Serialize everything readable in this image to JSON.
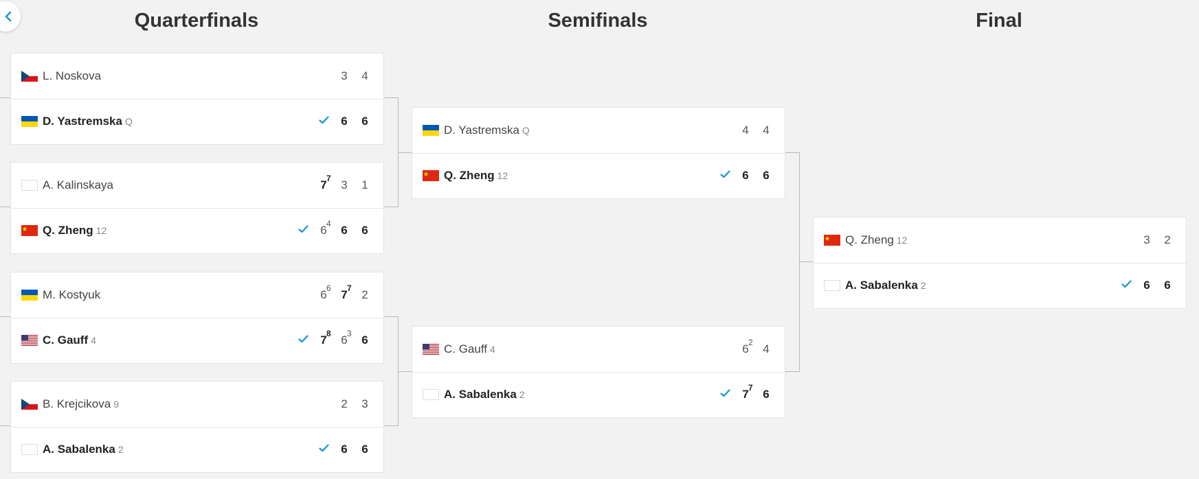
{
  "navigation": {
    "back_icon": "chevron-left-icon"
  },
  "rounds": {
    "quarterfinals": "Quarterfinals",
    "semifinals": "Semifinals",
    "final": "Final"
  },
  "colors": {
    "accent": "#1296d6",
    "background": "#f2f2f2",
    "card": "#ffffff",
    "connector": "#b8b8b8"
  },
  "qf": [
    {
      "p1": {
        "name": "L. Noskova",
        "flag": "cz",
        "seed": "",
        "winner": false,
        "sets": [
          {
            "v": "3",
            "tb": "",
            "w": false
          },
          {
            "v": "4",
            "tb": "",
            "w": false
          }
        ]
      },
      "p2": {
        "name": "D. Yastremska",
        "flag": "ua",
        "seed": "Q",
        "winner": true,
        "sets": [
          {
            "v": "6",
            "tb": "",
            "w": true
          },
          {
            "v": "6",
            "tb": "",
            "w": true
          }
        ]
      }
    },
    {
      "p1": {
        "name": "A. Kalinskaya",
        "flag": "blank",
        "seed": "",
        "winner": false,
        "sets": [
          {
            "v": "7",
            "tb": "7",
            "w": true
          },
          {
            "v": "3",
            "tb": "",
            "w": false
          },
          {
            "v": "1",
            "tb": "",
            "w": false
          }
        ]
      },
      "p2": {
        "name": "Q. Zheng",
        "flag": "cn",
        "seed": "12",
        "winner": true,
        "sets": [
          {
            "v": "6",
            "tb": "4",
            "w": false
          },
          {
            "v": "6",
            "tb": "",
            "w": true
          },
          {
            "v": "6",
            "tb": "",
            "w": true
          }
        ]
      }
    },
    {
      "p1": {
        "name": "M. Kostyuk",
        "flag": "ua",
        "seed": "",
        "winner": false,
        "sets": [
          {
            "v": "6",
            "tb": "6",
            "w": false
          },
          {
            "v": "7",
            "tb": "7",
            "w": true
          },
          {
            "v": "2",
            "tb": "",
            "w": false
          }
        ]
      },
      "p2": {
        "name": "C. Gauff",
        "flag": "us",
        "seed": "4",
        "winner": true,
        "sets": [
          {
            "v": "7",
            "tb": "8",
            "w": true
          },
          {
            "v": "6",
            "tb": "3",
            "w": false
          },
          {
            "v": "6",
            "tb": "",
            "w": true
          }
        ]
      }
    },
    {
      "p1": {
        "name": "B. Krejcikova",
        "flag": "cz",
        "seed": "9",
        "winner": false,
        "sets": [
          {
            "v": "2",
            "tb": "",
            "w": false
          },
          {
            "v": "3",
            "tb": "",
            "w": false
          }
        ]
      },
      "p2": {
        "name": "A. Sabalenka",
        "flag": "blank",
        "seed": "2",
        "winner": true,
        "sets": [
          {
            "v": "6",
            "tb": "",
            "w": true
          },
          {
            "v": "6",
            "tb": "",
            "w": true
          }
        ]
      }
    }
  ],
  "sf": [
    {
      "p1": {
        "name": "D. Yastremska",
        "flag": "ua",
        "seed": "Q",
        "winner": false,
        "sets": [
          {
            "v": "4",
            "tb": "",
            "w": false
          },
          {
            "v": "4",
            "tb": "",
            "w": false
          }
        ]
      },
      "p2": {
        "name": "Q. Zheng",
        "flag": "cn",
        "seed": "12",
        "winner": true,
        "sets": [
          {
            "v": "6",
            "tb": "",
            "w": true
          },
          {
            "v": "6",
            "tb": "",
            "w": true
          }
        ]
      }
    },
    {
      "p1": {
        "name": "C. Gauff",
        "flag": "us",
        "seed": "4",
        "winner": false,
        "sets": [
          {
            "v": "6",
            "tb": "2",
            "w": false
          },
          {
            "v": "4",
            "tb": "",
            "w": false
          }
        ]
      },
      "p2": {
        "name": "A. Sabalenka",
        "flag": "blank",
        "seed": "2",
        "winner": true,
        "sets": [
          {
            "v": "7",
            "tb": "7",
            "w": true
          },
          {
            "v": "6",
            "tb": "",
            "w": true
          }
        ]
      }
    }
  ],
  "f": [
    {
      "p1": {
        "name": "Q. Zheng",
        "flag": "cn",
        "seed": "12",
        "winner": false,
        "sets": [
          {
            "v": "3",
            "tb": "",
            "w": false
          },
          {
            "v": "2",
            "tb": "",
            "w": false
          }
        ]
      },
      "p2": {
        "name": "A. Sabalenka",
        "flag": "blank",
        "seed": "2",
        "winner": true,
        "sets": [
          {
            "v": "6",
            "tb": "",
            "w": true
          },
          {
            "v": "6",
            "tb": "",
            "w": true
          }
        ]
      }
    }
  ]
}
